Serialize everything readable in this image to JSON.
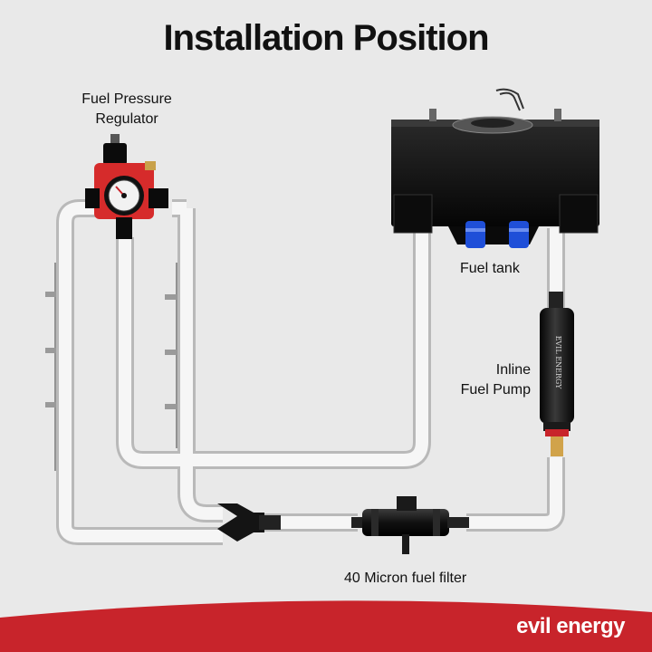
{
  "title": "Installation Position",
  "labels": {
    "regulator_line1": "Fuel Pressure",
    "regulator_line2": "Regulator",
    "tank": "Fuel tank",
    "pump_line1": "Inline",
    "pump_line2": "Fuel Pump",
    "filter": "40 Micron fuel filter"
  },
  "brand": "evil energy",
  "pump_print": "EVIL ENERGY",
  "colors": {
    "background": "#e9e9e9",
    "brand_red": "#c8242b",
    "hose": "#f6f6f6",
    "hose_edge": "#b9b9b9",
    "fitting_blue": "#1f4fd8",
    "regulator_red": "#d62b2b"
  }
}
